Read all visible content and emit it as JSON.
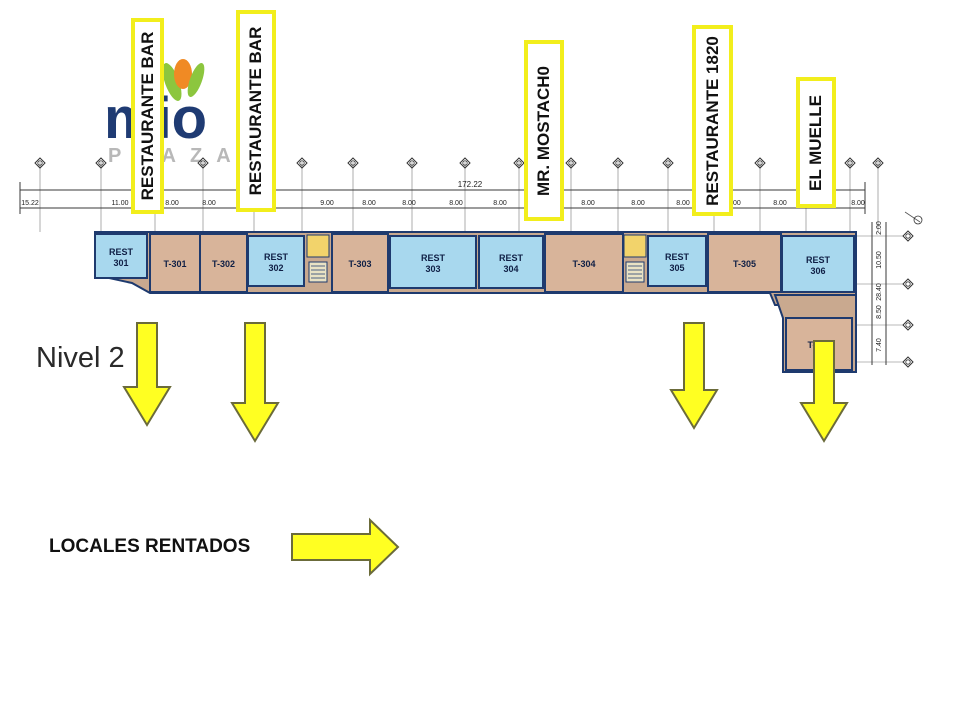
{
  "logo": {
    "brand": "mio",
    "sub": "PLAZA",
    "colors": {
      "letters": "#1f3b73",
      "leaf_green": "#8cc63e",
      "leaf_orange": "#f08a24",
      "sub": "#b8b8b8"
    }
  },
  "level_label": "Nivel 2",
  "dimensions": {
    "total": "172.22",
    "segments": [
      "15.22",
      "11.00",
      "8.00",
      "8.00",
      "8.00",
      "9.00",
      "8.00",
      "8.00",
      "8.00",
      "8.00",
      "8.00",
      "8.00",
      "8.00",
      "8.00",
      "8.00",
      "8.00",
      "7.00",
      "8.00"
    ],
    "side": [
      "2.00",
      "10.50",
      "28.40",
      "8.50",
      "7.40"
    ]
  },
  "units": [
    {
      "label": "REST\n301",
      "type": "rest"
    },
    {
      "label": "T-301",
      "type": "tenant"
    },
    {
      "label": "T-302",
      "type": "tenant"
    },
    {
      "label": "REST\n302",
      "type": "rest"
    },
    {
      "label": "T-303",
      "type": "tenant"
    },
    {
      "label": "REST\n303",
      "type": "rest"
    },
    {
      "label": "REST\n304",
      "type": "rest"
    },
    {
      "label": "T-304",
      "type": "tenant"
    },
    {
      "label": "REST\n305",
      "type": "rest"
    },
    {
      "label": "T-305",
      "type": "tenant"
    },
    {
      "label": "REST\n306",
      "type": "rest"
    },
    {
      "label": "T-306",
      "type": "tenant"
    }
  ],
  "tenant_labels": [
    {
      "text": "RESTAURANTE BAR"
    },
    {
      "text": "RESTAURANTE BAR"
    },
    {
      "text": "MR. MOSTACH0"
    },
    {
      "text": "RESTAURANTE 1820"
    },
    {
      "text": "EL MUELLE"
    }
  ],
  "legend": {
    "text": "LOCALES RENTADOS"
  },
  "colors": {
    "rest_fill": "#a8d8ee",
    "tenant_fill": "#d8b49a",
    "corridor": "#c9a98f",
    "wall": "#1e3a6e",
    "stairs": "#f2d36b",
    "highlight": "#f2ee1c",
    "arrow_fill": "#ffff22",
    "arrow_stroke": "#6b6b3a"
  }
}
